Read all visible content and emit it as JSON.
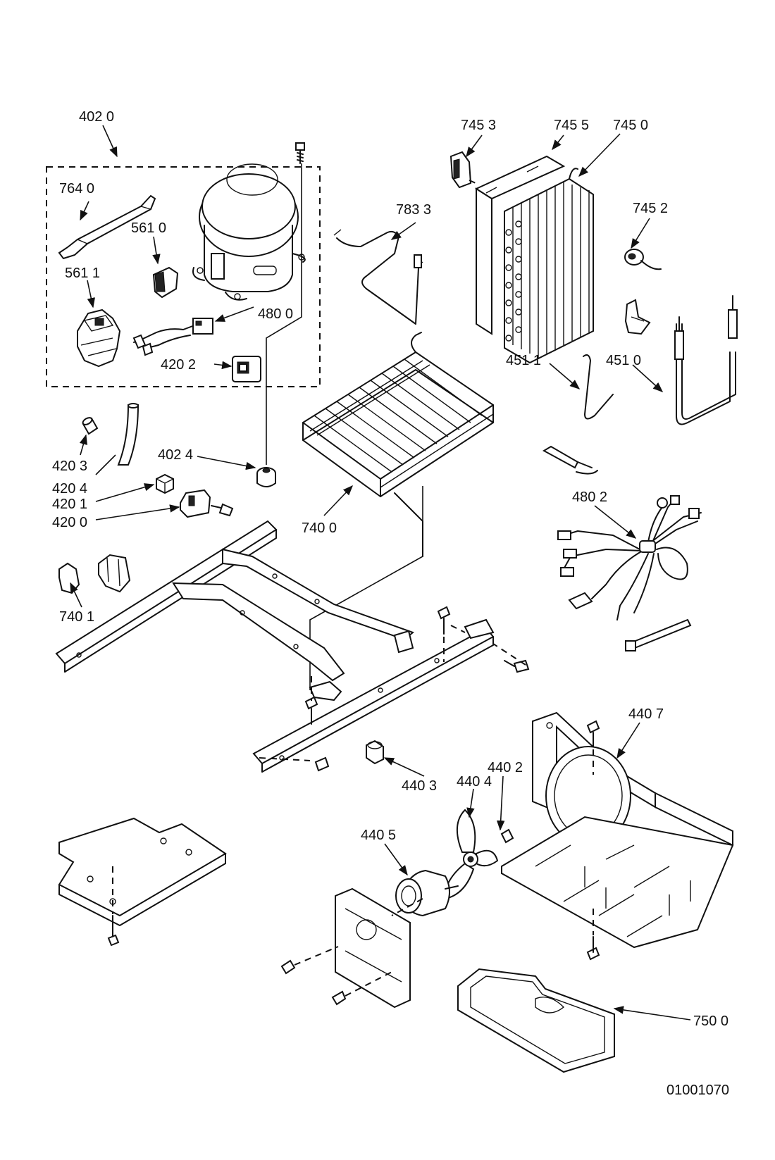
{
  "labels": [
    {
      "id": "4020",
      "text": "402 0"
    },
    {
      "id": "7640",
      "text": "764 0"
    },
    {
      "id": "5610",
      "text": "561 0"
    },
    {
      "id": "5611",
      "text": "561 1"
    },
    {
      "id": "4800",
      "text": "480 0"
    },
    {
      "id": "4202",
      "text": "420 2"
    },
    {
      "id": "4203",
      "text": "420 3"
    },
    {
      "id": "4204",
      "text": "420 4"
    },
    {
      "id": "4201",
      "text": "420 1"
    },
    {
      "id": "4200",
      "text": "420 0"
    },
    {
      "id": "4024",
      "text": "402 4"
    },
    {
      "id": "7401",
      "text": "740 1"
    },
    {
      "id": "7400",
      "text": "740 0"
    },
    {
      "id": "7833",
      "text": "783 3"
    },
    {
      "id": "7453",
      "text": "745 3"
    },
    {
      "id": "7455",
      "text": "745 5"
    },
    {
      "id": "7450",
      "text": "745 0"
    },
    {
      "id": "7452",
      "text": "745 2"
    },
    {
      "id": "4511",
      "text": "451 1"
    },
    {
      "id": "4510",
      "text": "451 0"
    },
    {
      "id": "4802",
      "text": "480 2"
    },
    {
      "id": "4407",
      "text": "440 7"
    },
    {
      "id": "4403",
      "text": "440 3"
    },
    {
      "id": "4402",
      "text": "440 2"
    },
    {
      "id": "4404",
      "text": "440 4"
    },
    {
      "id": "4405",
      "text": "440 5"
    },
    {
      "id": "7500",
      "text": "750 0"
    }
  ],
  "drawing_number": "01001070",
  "parts": [
    "compressor",
    "drier",
    "relay",
    "overload",
    "wire-harness-short",
    "capacitor",
    "grommet",
    "hose",
    "condenser-coil",
    "tube-783",
    "evaporator",
    "evaporator-cover",
    "thermostat",
    "bracket-clip",
    "tube-451",
    "wire-harness-main",
    "base-frame",
    "fan-shroud",
    "fan-motor",
    "fan-blade",
    "motor-bracket",
    "base-plate",
    "drain-pan",
    "screws"
  ]
}
